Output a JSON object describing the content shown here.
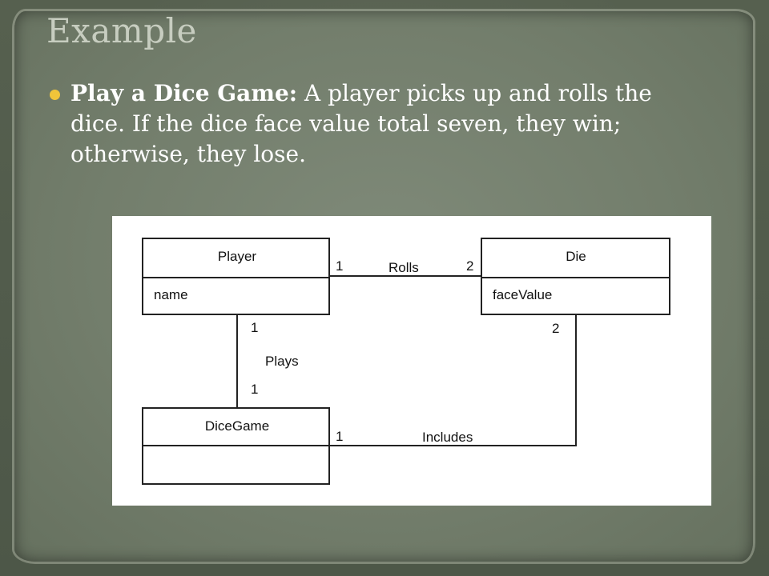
{
  "slide": {
    "title": "Example",
    "bullet": {
      "label": "Play a Dice Game:",
      "text": " A player picks up and rolls the dice. If the dice face value total seven, they win; otherwise, they lose."
    }
  },
  "diagram": {
    "classes": {
      "player": {
        "name": "Player",
        "attribute": "name"
      },
      "die": {
        "name": "Die",
        "attribute": "faceValue"
      },
      "dicegame": {
        "name": "DiceGame",
        "attribute": ""
      }
    },
    "associations": {
      "rolls": {
        "label": "Rolls",
        "player_mult": "1",
        "die_mult": "2"
      },
      "plays": {
        "label": "Plays",
        "player_mult": "1",
        "game_mult": "1"
      },
      "includes": {
        "label": "Includes",
        "game_mult": "1",
        "die_mult": "2"
      }
    }
  },
  "colors": {
    "bullet": "#f0c43a",
    "title": "#c7cdc0",
    "slide_bg": "#7f8a79"
  }
}
